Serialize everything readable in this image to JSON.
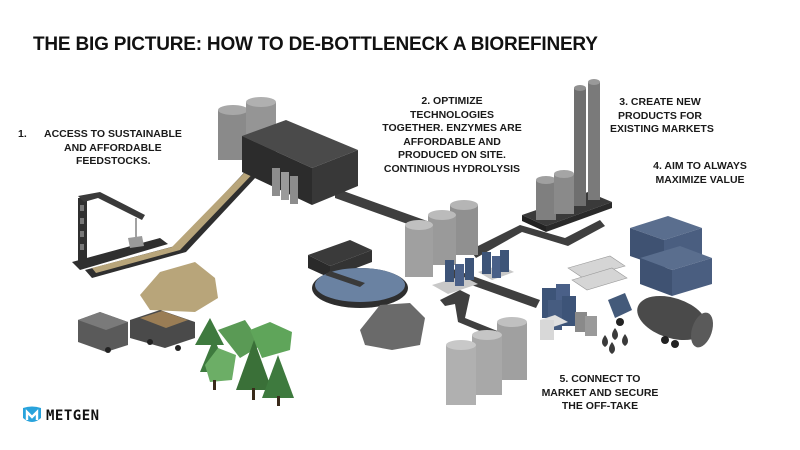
{
  "title": "THE BIG PICTURE: HOW TO DE-BOTTLENECK A BIOREFINERY",
  "steps": [
    {
      "number": "1.",
      "lines": [
        "ACCESS TO SUSTAINABLE",
        "AND AFFORDABLE",
        "FEEDSTOCKS."
      ]
    },
    {
      "lines": [
        "2. OPTIMIZE",
        "TECHNOLOGIES",
        "TOGETHER. ENZYMES ARE",
        "AFFORDABLE AND",
        "PRODUCED ON SITE.",
        "CONTINIOUS HYDROLYSIS"
      ]
    },
    {
      "lines": [
        "3. CREATE NEW",
        "PRODUCTS FOR",
        "EXISTING MARKETS"
      ]
    },
    {
      "lines": [
        "4. AIM TO ALWAYS",
        "MAXIMIZE VALUE"
      ]
    },
    {
      "lines": [
        "5. CONNECT TO",
        "MARKET AND SECURE",
        "THE OFF-TAKE"
      ]
    }
  ],
  "logo": {
    "text": "METGEN",
    "icon": "metgen-m-shield-icon",
    "color": "#29a3dc"
  },
  "illustration": {
    "elements": [
      "crane",
      "conveyor-belt",
      "processing-building",
      "silos",
      "pipelines",
      "clarifier-tank",
      "storage-tanks",
      "enzyme-reactors",
      "smokestacks",
      "shipping-containers",
      "tanker-truck",
      "log-truck",
      "biomass-pile",
      "trees",
      "rock-pile",
      "droplets"
    ],
    "colors": {
      "dark": "#3a3a3a",
      "tank": "#9a9a9a",
      "blue": "#4a5f80",
      "biomass": "#b8a57a",
      "tree": "#5a9a55"
    }
  }
}
